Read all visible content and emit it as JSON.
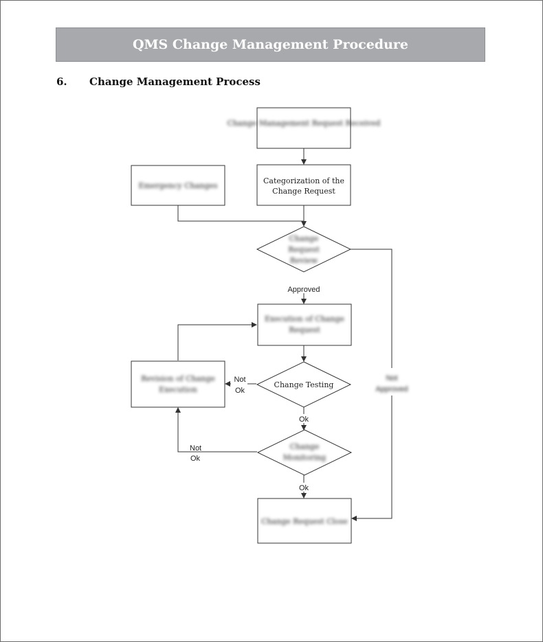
{
  "header": {
    "title": "QMS Change Management Procedure"
  },
  "section": {
    "number": "6.",
    "title": "Change Management Process"
  },
  "flowchart": {
    "nodes": {
      "request_received": "Change Management Request Received",
      "emergency_changes": "Emergency Changes",
      "categorization_line1": "Categorization of the",
      "categorization_line2": "Change Request",
      "review_line1": "Change",
      "review_line2": "Request",
      "review_line3": "Review",
      "execution_line1": "Execution of Change",
      "execution_line2": "Request",
      "revision_line1": "Revision of Change",
      "revision_line2": "Execution",
      "change_testing": "Change Testing",
      "monitoring_line1": "Change",
      "monitoring_line2": "Monitoring",
      "closure": "Change Request Close"
    },
    "labels": {
      "approved": "Approved",
      "not_approved_line1": "Not",
      "not_approved_line2": "Approved",
      "not": "Not",
      "ok": "Ok"
    }
  }
}
